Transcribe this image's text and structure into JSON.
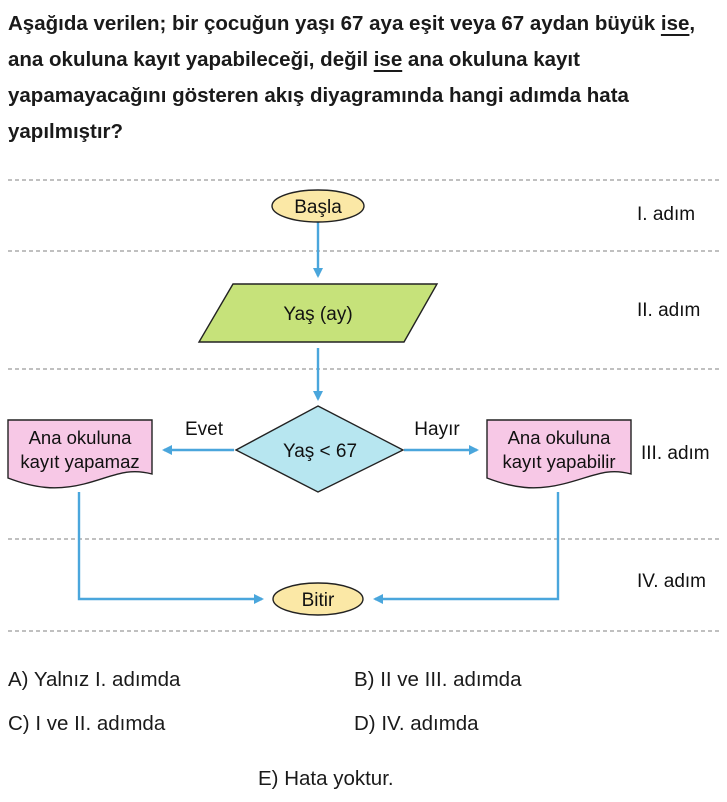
{
  "question": {
    "p1": "Aşağıda verilen; bir çocuğun yaşı 67 aya eşit veya 67 aydan büyük ",
    "u1": "ise",
    "p2": ", ana okuluna kayıt yapabileceği, değil ",
    "u2": "ise",
    "p3": " ana okuluna kayıt yapamayacağını gösteren akış diyagramında hangi adımda hata yapılmıştır?"
  },
  "flowchart": {
    "start": "Başla",
    "input": "Yaş (ay)",
    "decision": "Yaş < 67",
    "yes_label": "Evet",
    "no_label": "Hayır",
    "left_output": [
      "Ana okuluna",
      "kayıt yapamaz"
    ],
    "right_output": [
      "Ana okuluna",
      "kayıt yapabilir"
    ],
    "end": "Bitir"
  },
  "steps": [
    "I. adım",
    "II. adım",
    "III. adım",
    "IV. adım"
  ],
  "options": {
    "A": "A) Yalnız I. adımda",
    "B": "B) II ve III. adımda",
    "C": "C) I ve II. adımda",
    "D": "D) IV. adımda",
    "E": "E) Hata yoktur."
  },
  "colors": {
    "terminal": "#fbe8a6",
    "input": "#c6e27a",
    "decision": "#b7e6f0",
    "output": "#f7c8e6",
    "arrow": "#4aa6dc",
    "divider": "#9a9a9a"
  }
}
